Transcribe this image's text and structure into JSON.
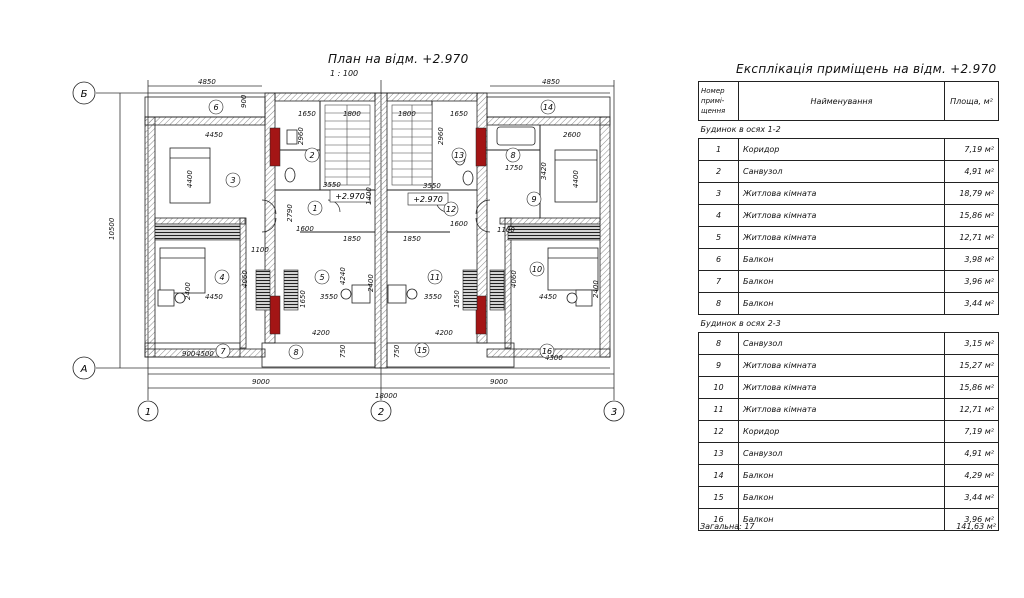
{
  "plan": {
    "title": "План на відм. +2.970",
    "scale": "1 : 100",
    "axes": {
      "B": "Б",
      "A": "А",
      "one": "1",
      "two": "2",
      "three": "3"
    },
    "dims": {
      "top_left": "4850",
      "top_right": "4850",
      "vertical": "10500",
      "d9000a": "9000",
      "d9000b": "9000",
      "d18000": "18000",
      "d4450a": "4450",
      "d4450b": "4450",
      "d4450c": "4450",
      "d2600": "2600",
      "d1650a": "1650",
      "d1800a": "1800",
      "d1800b": "1800",
      "d1650b": "1650",
      "d4400a": "4400",
      "d4400b": "4400",
      "d2960a": "2960",
      "d2960b": "2960",
      "d3550a": "3550",
      "d3550b": "3550",
      "d3550c": "3550",
      "d3550d": "3550",
      "d2790": "2790",
      "d1600a": "1600",
      "d1600b": "1600",
      "d1850a": "1850",
      "d1850b": "1850",
      "d1100a": "1100",
      "d1100b": "1100",
      "d4060a": "4060",
      "d4060b": "4060",
      "d4240": "4240",
      "d1650c": "1650",
      "d1650d": "1650",
      "d4200a": "4200",
      "d4200b": "4200",
      "d4500": "4500",
      "d900a": "900",
      "d900b": "900",
      "d4300": "4300",
      "d750a": "750",
      "d750b": "750",
      "d1750": "1750",
      "d3420": "3420",
      "d1400": "1400",
      "d2400a": "2400",
      "d2400b": "2400",
      "d2400c": "2400"
    },
    "levels": {
      "left": "+2.970",
      "right": "+2.970"
    },
    "room_labels": [
      "1",
      "2",
      "3",
      "4",
      "5",
      "6",
      "7",
      "8",
      "8",
      "9",
      "10",
      "11",
      "12",
      "13",
      "14",
      "15",
      "16"
    ]
  },
  "table": {
    "title": "Експлікація приміщень на відм. +2.970",
    "headers": {
      "number": "Номер примі­щення",
      "name": "Найменування",
      "area": "Площа, м²"
    },
    "groups": [
      {
        "label": "Будинок в осях 1-2",
        "rows": [
          {
            "num": "1",
            "name": "Коридор",
            "area": "7,19 м²"
          },
          {
            "num": "2",
            "name": "Санвузол",
            "area": "4,91 м²"
          },
          {
            "num": "3",
            "name": "Житлова кімната",
            "area": "18,79 м²"
          },
          {
            "num": "4",
            "name": "Житлова кімната",
            "area": "15,86 м²"
          },
          {
            "num": "5",
            "name": "Житлова кімната",
            "area": "12,71 м²"
          },
          {
            "num": "6",
            "name": "Балкон",
            "area": "3,98 м²"
          },
          {
            "num": "7",
            "name": "Балкон",
            "area": "3,96 м²"
          },
          {
            "num": "8",
            "name": "Балкон",
            "area": "3,44 м²"
          }
        ]
      },
      {
        "label": "Будинок в осях 2-3",
        "rows": [
          {
            "num": "8",
            "name": "Санвузол",
            "area": "3,15 м²"
          },
          {
            "num": "9",
            "name": "Житлова кімната",
            "area": "15,27 м²"
          },
          {
            "num": "10",
            "name": "Житлова кімната",
            "area": "15,86 м²"
          },
          {
            "num": "11",
            "name": "Житлова кімната",
            "area": "12,71 м²"
          },
          {
            "num": "12",
            "name": "Коридор",
            "area": "7,19 м²"
          },
          {
            "num": "13",
            "name": "Санвузол",
            "area": "4,91 м²"
          },
          {
            "num": "14",
            "name": "Балкон",
            "area": "4,29 м²"
          },
          {
            "num": "15",
            "name": "Балкон",
            "area": "3,44 м²"
          },
          {
            "num": "16",
            "name": "Балкон",
            "area": "3,96 м²"
          }
        ]
      }
    ],
    "total": {
      "label": "Загальна: 17",
      "value": "141,63 м²"
    }
  },
  "colors": {
    "line": "#222222",
    "hatch": "#9a9a9a",
    "column": "#a31515",
    "background": "#ffffff"
  }
}
